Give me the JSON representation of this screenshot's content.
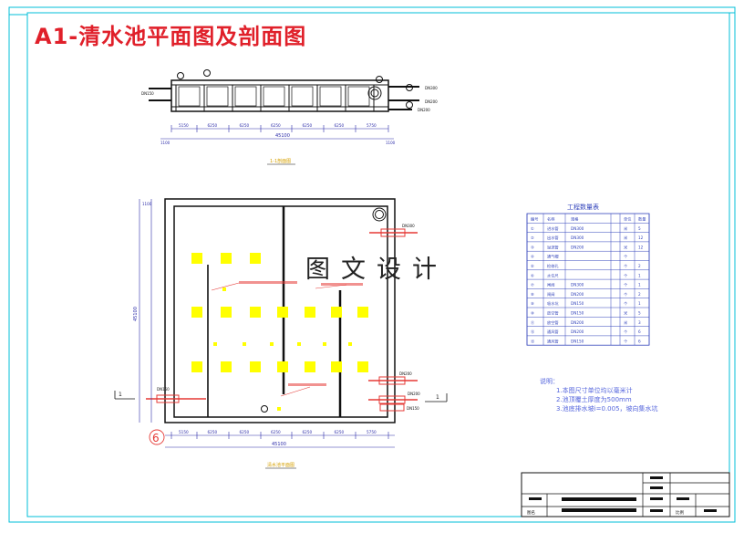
{
  "drawing": {
    "title": "A1-清水池平面图及剖面图",
    "watermark": "图文设计",
    "section_label": "1-1剖面图",
    "plan_label": "清水池平面图",
    "circled_six": "6",
    "section_markers": [
      "1",
      "1"
    ]
  },
  "section_dims": {
    "bottom_spans": [
      "5150",
      "6250",
      "6250",
      "6250",
      "6250",
      "6250",
      "5750"
    ],
    "overall": "45100",
    "left_edge": "1100",
    "right_edge": "1100",
    "tags": [
      "DN300",
      "DN200",
      "DN200",
      "DN150"
    ]
  },
  "plan_dims": {
    "bottom_spans": [
      "5150",
      "6250",
      "6250",
      "6250",
      "6250",
      "6250",
      "5750"
    ],
    "overall": "45100",
    "left_overall": "45100",
    "top_left": "1100",
    "pipe_tags": [
      "DN300",
      "DN200",
      "DN200",
      "DN150",
      "DN150"
    ]
  },
  "equipment_table": {
    "caption": "工程数量表",
    "headers": [
      "编号",
      "名称",
      "规格",
      "单位",
      "数量"
    ],
    "rows": [
      [
        "①",
        "进水管",
        "DN300",
        "米",
        "5"
      ],
      [
        "②",
        "出水管",
        "DN300",
        "米",
        "12"
      ],
      [
        "③",
        "溢流管",
        "DN200",
        "米",
        "12"
      ],
      [
        "④",
        "通气帽",
        "",
        "个",
        ""
      ],
      [
        "⑤",
        "检修孔",
        "",
        "个",
        "2"
      ],
      [
        "⑥",
        "水位尺",
        "",
        "个",
        "1"
      ],
      [
        "⑦",
        "闸阀",
        "DN300",
        "个",
        "1"
      ],
      [
        "⑧",
        "闸阀",
        "DN200",
        "个",
        "2"
      ],
      [
        "⑨",
        "吸水坑",
        "DN150",
        "个",
        "1"
      ],
      [
        "⑩",
        "放空管",
        "DN150",
        "米",
        "5"
      ],
      [
        "⑪",
        "放空管",
        "DN200",
        "米",
        "3"
      ],
      [
        "⑫",
        "通风管",
        "DN200",
        "个",
        "6"
      ],
      [
        "⑬",
        "通风管",
        "DN150",
        "个",
        "6"
      ]
    ]
  },
  "notes": {
    "heading": "说明：",
    "lines": [
      "1.本图尺寸单位均以毫米计",
      "2.池顶覆土厚度为500mm",
      "3.池底排水坡i=0.005，坡向集水坑"
    ]
  },
  "title_block": {
    "label_left": "图名",
    "label_mid": "比例"
  },
  "colors": {
    "border": "#00bfd8",
    "title": "#e0202a",
    "line": "#111111",
    "dim": "#2a2aa8",
    "pipe": "#e53935",
    "column": "#ffff00"
  }
}
